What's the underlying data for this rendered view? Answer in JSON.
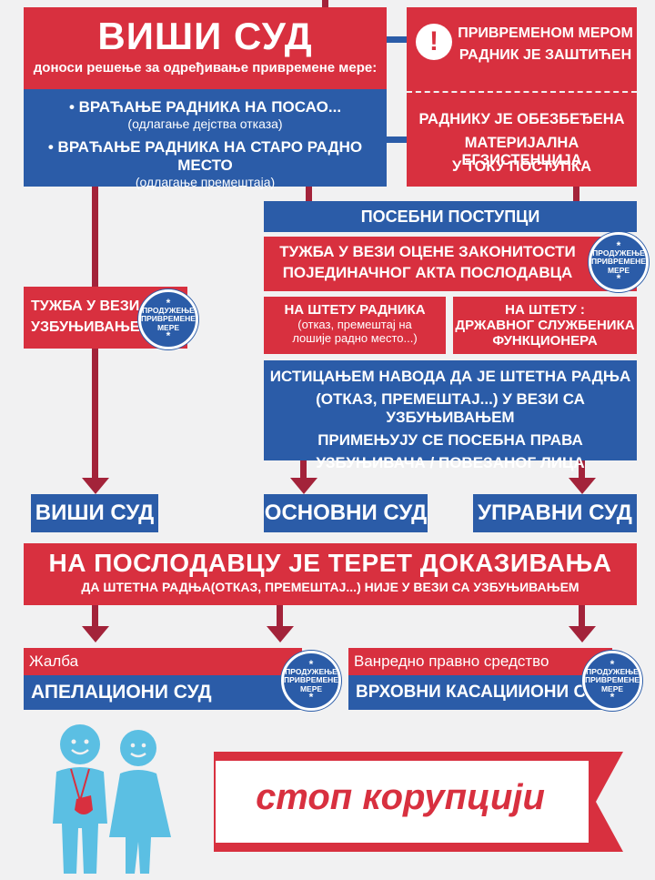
{
  "top": {
    "title": "ВИШИ СУД",
    "subtitle": "доноси решење за одређивање привремене мере:",
    "items": [
      {
        "main": "• ВРАЋАЊЕ РАДНИКА НА ПОСАО...",
        "sub": "(одлагање дејства отказа)"
      },
      {
        "main": "• ВРАЋАЊЕ РАДНИКА НА СТАРО РАДНО МЕСТО",
        "sub": "(одлагање премештаја)"
      }
    ]
  },
  "protect": {
    "icon_symbol": "!",
    "line1": "ПРИВРЕМЕНОМ МЕРОМ",
    "line2": "РАДНИК ЈЕ ЗАШТИЋЕН",
    "line3": "РАДНИКУ ЈЕ ОБЕЗБЕЂЕНА",
    "line4": "МАТЕРИЈАЛНА ЕГЗИСТЕНЦИЈА",
    "line5": "У ТОКУ ПОСТУПКА"
  },
  "badge": {
    "star": "*",
    "line1": "ПРОДУЖЕЊЕ",
    "line2": "ПРИВРЕМЕНЕ",
    "line3": "МЕРЕ"
  },
  "special": {
    "header": "ПОСЕБНИ ПОСТУПЦИ",
    "lawsuit_line1": "ТУЖБА У ВЕЗИ ОЦЕНЕ ЗАКОНИТОСТИ",
    "lawsuit_line2": "ПОЈЕДИНАЧНОГ АКТА ПОСЛОДАВЦА",
    "worker_title": "НА ШТЕТУ РАДНИКА",
    "worker_sub1": "(отказ, премештај на",
    "worker_sub2": "лошије радно место...)",
    "civil_title": "НА ШТЕТУ :",
    "civil_line2": "ДРЖАВНОГ СЛУЖБЕНИКА",
    "civil_line3": "ФУНКЦИОНЕРА",
    "claim_line1": "ИСТИЦАЊЕМ НАВОДА ДА ЈЕ ШТЕТНА РАДЊА",
    "claim_line2": "(ОТКАЗ, ПРЕМЕШТАЈ...) У ВЕЗИ СА УЗБУЊИВАЊЕМ",
    "claim_line3": "ПРИМЕЊУЈУ СЕ ПОСЕБНА ПРАВА",
    "claim_line4": "УЗБУЊИВАЧА / ПОВЕЗАНОГ ЛИЦА"
  },
  "whistle_lawsuit": {
    "line1": "ТУЖБА У ВЕЗИ СА",
    "line2": "УЗБУЊИВАЊЕМ"
  },
  "courts": [
    "ВИШИ СУД",
    "ОСНОВНИ СУД",
    "УПРАВНИ СУД"
  ],
  "burden": {
    "title": "НА ПОСЛОДАВЦУ ЈЕ ТЕРЕТ ДОКАЗИВАЊА",
    "subtitle": "ДА ШТЕТНА РАДЊА(ОТКАЗ, ПРЕМЕШТАЈ...) НИЈЕ У ВЕЗИ СА УЗБУЊИВАЊЕМ"
  },
  "appeal": {
    "label": "Жалба",
    "court": "АПЕЛАЦИОНИ СУД"
  },
  "extraordinary": {
    "label": "Ванредно правно средство",
    "court": "ВРХОВНИ КАСАЦИИОНИ СУД"
  },
  "stop": {
    "text": "стоп корупцији"
  },
  "colors": {
    "red": "#d8303f",
    "blue": "#2b5ca8",
    "dark_red": "#a3233a",
    "light_blue": "#5bbfe3",
    "bg": "#f1f1f2"
  },
  "icons": [
    "exclamation-icon",
    "whistleblower-couple-icon"
  ]
}
